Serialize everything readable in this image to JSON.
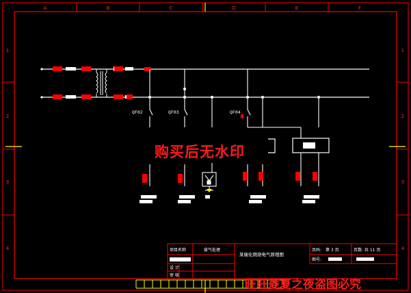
{
  "grid": {
    "top_letters": [
      "A",
      "B",
      "C",
      "D",
      "E",
      "F"
    ],
    "side_numbers": [
      "1",
      "2",
      "3",
      "4"
    ]
  },
  "breakers": [
    {
      "label": "QF02"
    },
    {
      "label": "QF03"
    },
    {
      "label": "QF04"
    }
  ],
  "watermarks": {
    "center": "购买后无水印",
    "bottom": "旺旺菱夏之夜盗图必究"
  },
  "title_block": {
    "project_name_label": "项目名称",
    "project_name_value": "废气处理",
    "drawing_title": "某催化燃烧电气原理图",
    "sheet_label": "页码:",
    "sheet_number": "第 3 页",
    "total_pages": "页数: 共 11 页",
    "drawing_no_label": "图号:",
    "design_label": "设  计",
    "review_label": "审  核"
  },
  "colors": {
    "background": "#000000",
    "lines": "#ffffff",
    "frame": "#ff0000",
    "marks": "#ff0000",
    "label_text": "#ff2a2a",
    "watermark": "#ff1a1a",
    "rail": "#ffff00"
  }
}
